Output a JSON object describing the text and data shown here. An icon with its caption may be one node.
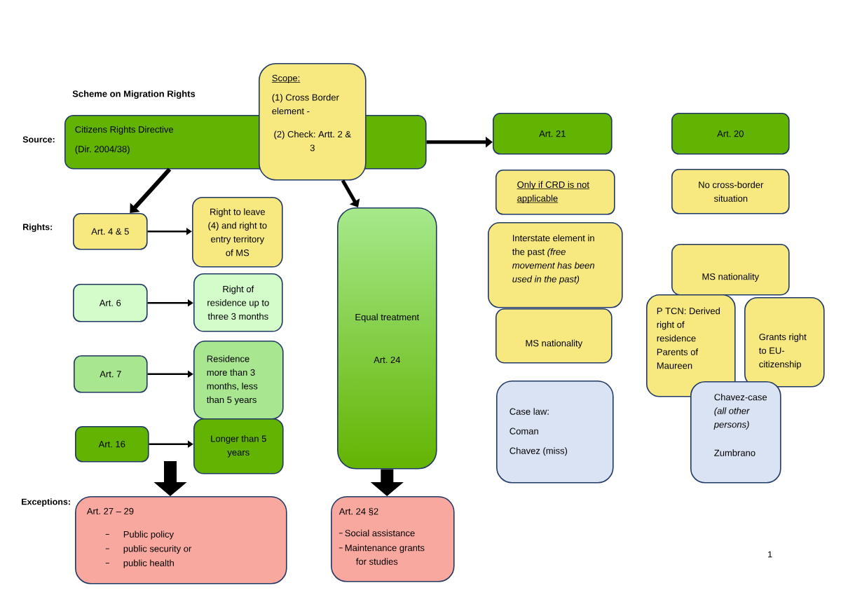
{
  "diagram": {
    "title": "Scheme on Migration Rights",
    "nodes": [
      {
        "text": [
          "Citizens Rights Directive",
          "(Dir. 2004/38)"
        ]
      },
      {
        "text": [
          "Scope:",
          "(1) Cross Border element -",
          "(2) Check: Artt. 2 & 3"
        ]
      },
      {
        "text": [
          "Art. 4 & 5"
        ]
      },
      {
        "text": [
          "Right to leave (4) and right to entry territory of MS"
        ]
      },
      {
        "text": [
          "Art. 6"
        ]
      },
      {
        "text": [
          "Right of residence up to three 3 months"
        ]
      },
      {
        "text": [
          "Art. 7"
        ]
      },
      {
        "text": [
          "Residence more than 3 months, less than 5 years"
        ]
      },
      {
        "text": [
          "Art. 16"
        ]
      },
      {
        "text": [
          "Longer than 5 years"
        ]
      },
      {
        "text": [
          "Equal treatment",
          "Art. 24"
        ]
      },
      {
        "text": [
          "Art. 27 – 29",
          "Public policy",
          "public security or",
          "public health"
        ]
      },
      {
        "text": [
          "Art. 24 §2",
          "Social assistance",
          "Maintenance grants for studies"
        ]
      },
      {
        "text": [
          "Art. 21"
        ]
      },
      {
        "text": [
          "Only if CRD is not applicable"
        ]
      },
      {
        "text": [
          "Interstate element in the past *(free movement has been used in the past)*"
        ]
      },
      {
        "text": [
          "MS nationality"
        ]
      },
      {
        "text": [
          "Case law:",
          "Coman",
          "Chavez (miss)"
        ]
      },
      {
        "text": [
          "Art. 20"
        ]
      },
      {
        "text": [
          "No cross-border situation"
        ]
      },
      {
        "text": [
          "MS nationality"
        ]
      },
      {
        "text": [
          "P TCN: Derived right of residence Parents of Maureen"
        ]
      },
      {
        "text": [
          "Grants right to EU-citizenship"
        ]
      },
      {
        "text": [
          "Chavez-case *(all other persons)*",
          "Zumbrano"
        ]
      }
    ],
    "edges": [
      {
        "from": 0,
        "to": 2,
        "arrow": "to"
      },
      {
        "from": 1,
        "to": 10,
        "arrow": "to"
      },
      {
        "from": 0,
        "to": 13,
        "arrow": "to"
      },
      {
        "from": 2,
        "to": 3,
        "arrow": "to"
      },
      {
        "from": 4,
        "to": 5,
        "arrow": "to"
      },
      {
        "from": 6,
        "to": 7,
        "arrow": "to"
      },
      {
        "from": 8,
        "to": 9,
        "arrow": "to"
      },
      {
        "from": null,
        "to": 11,
        "arrow": "to",
        "style": "thick"
      },
      {
        "from": 10,
        "to": 12,
        "arrow": "to",
        "style": "thick"
      }
    ],
    "labels": [
      "Source:",
      "Rights:",
      "Exceptions:",
      "1"
    ]
  }
}
